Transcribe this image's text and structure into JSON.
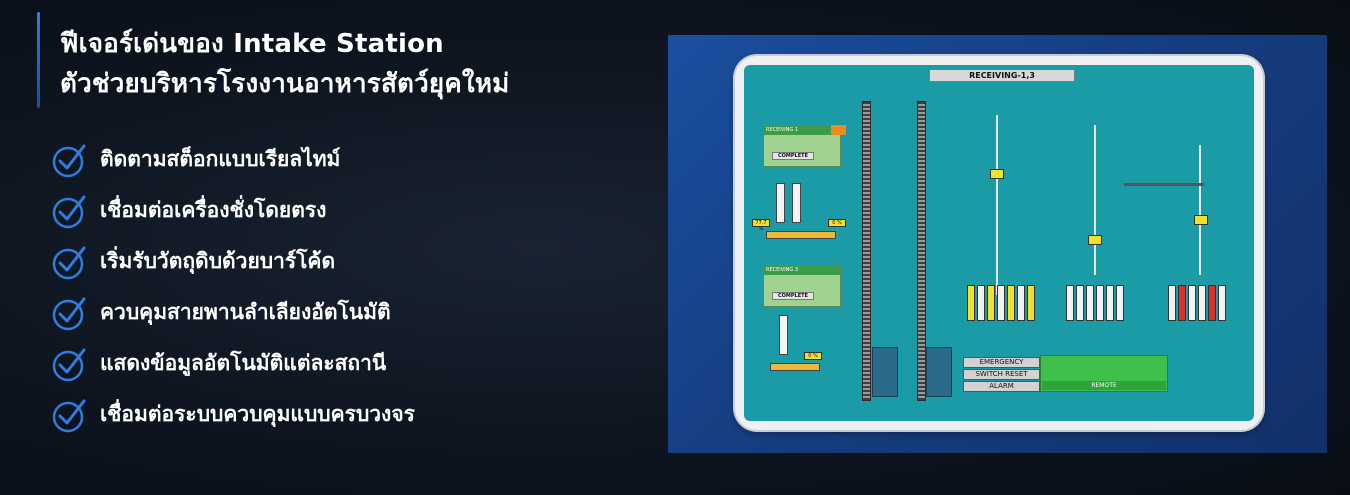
{
  "headline": {
    "line1": "ฟีเจอร์เด่นของ Intake Station",
    "line2": "ตัวช่วยบริหารโรงงานอาหารสัตว์ยุคใหม่"
  },
  "features": [
    "ติดตามสต็อกแบบเรียลไทม์",
    "เชื่อมต่อเครื่องชั่งโดยตรง",
    "เริ่มรับวัตถุดิบด้วยบาร์โค้ด",
    "ควบคุมสายพานลำเลียงอัตโนมัติ",
    "แสดงข้อมูลอัตโนมัติแต่ละสถานี",
    "เชื่อมต่อระบบควบคุมแบบครบวงจร"
  ],
  "hmi": {
    "title": "RECEIVING-1,3",
    "receiving_panels": [
      {
        "head": "RECEIVING 1",
        "complete": "COMPLETE"
      },
      {
        "head": "RECEIVING 3",
        "complete": "COMPLETE"
      }
    ],
    "gauges": [
      "77.7 %",
      "0 %",
      "0 %"
    ],
    "emergency": "EMERGENCY",
    "switch_reset": "SWITCH RESET",
    "alarm": "ALARM",
    "remote": "REMOTE"
  },
  "colors": {
    "accent": "#2f7de1",
    "screen": "#1a9ba6",
    "check": "#2f7de1"
  }
}
